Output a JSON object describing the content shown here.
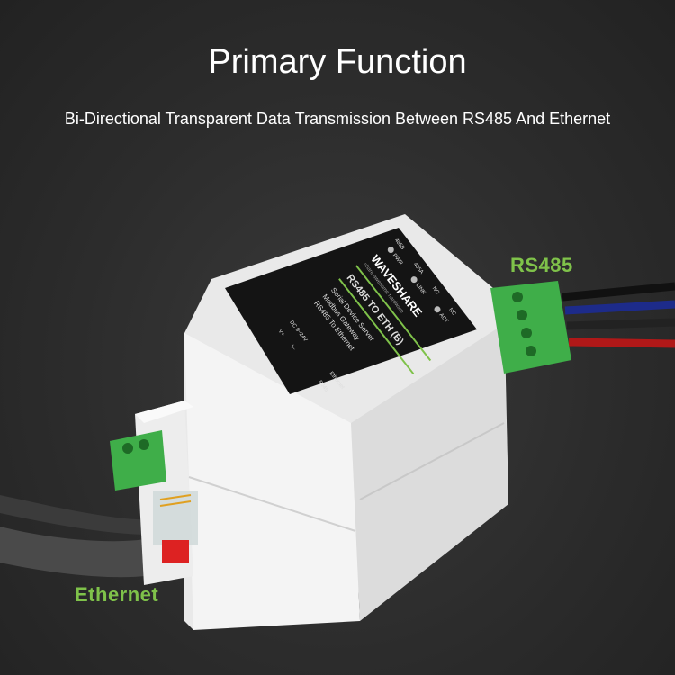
{
  "header": {
    "title": "Primary Function",
    "subtitle": "Bi-Directional Transparent Data Transmission Between RS485 And Ethernet"
  },
  "callouts": {
    "rs485": "RS485",
    "ethernet": "Ethernet"
  },
  "device_label": {
    "brand": "WAVESHARE",
    "tagline": "share awesome hardware",
    "model": "RS485 TO ETH (B)",
    "lines": [
      "Serial Device Server",
      "Modbus Gateway",
      "RS485 To Ethernet"
    ],
    "power": "DC 9~24V",
    "power_pins": [
      "V+",
      "V-"
    ],
    "ethernet_port": "Ethernet",
    "rj45": "RJ45",
    "leds": [
      "PWR",
      "LINK",
      "ACT"
    ],
    "terminals": [
      "485B",
      "485A",
      "NC",
      "NC"
    ]
  },
  "colors": {
    "accent_green": "#7fc24a",
    "terminal_green": "#3fae49",
    "housing": "#eeeeee",
    "label": "#141414"
  }
}
